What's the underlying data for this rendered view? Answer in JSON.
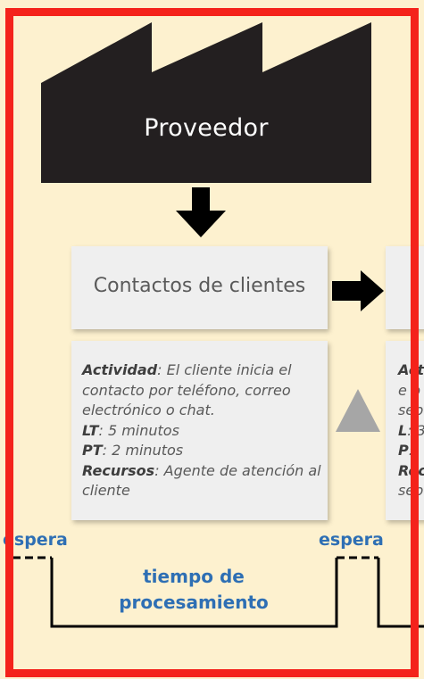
{
  "factory": {
    "label": "Proveedor",
    "color": "#231f20"
  },
  "step1": {
    "title": "Contactos de clientes",
    "activity_label": "Actividad",
    "activity_text": "El cliente inicia el contacto por teléfono, correo electrónico o chat.",
    "lt_label": "LT",
    "lt_value": "5 minutos",
    "pt_label": "PT",
    "pt_value": "2 minutos",
    "resources_label": "Recursos",
    "resources_value": "Agente de atención al cliente"
  },
  "step2_partial": {
    "line1_bold": "Act",
    "line2": "e p",
    "line3": "sep",
    "lt_label": "L",
    "lt_frag": "3",
    "pt_label": "P",
    "pt_frag": "",
    "res_bold": "Rec",
    "line_last": "sep"
  },
  "timeline": {
    "wait_label_1": "espera",
    "wait_label_2": "espera",
    "process_label": "tiempo de procesamiento"
  },
  "colors": {
    "background": "#fdf1cf",
    "frame": "#f4231b",
    "label_blue": "#2e6fb4",
    "box": "#efefef",
    "inventory_triangle": "#a6a6a6"
  }
}
